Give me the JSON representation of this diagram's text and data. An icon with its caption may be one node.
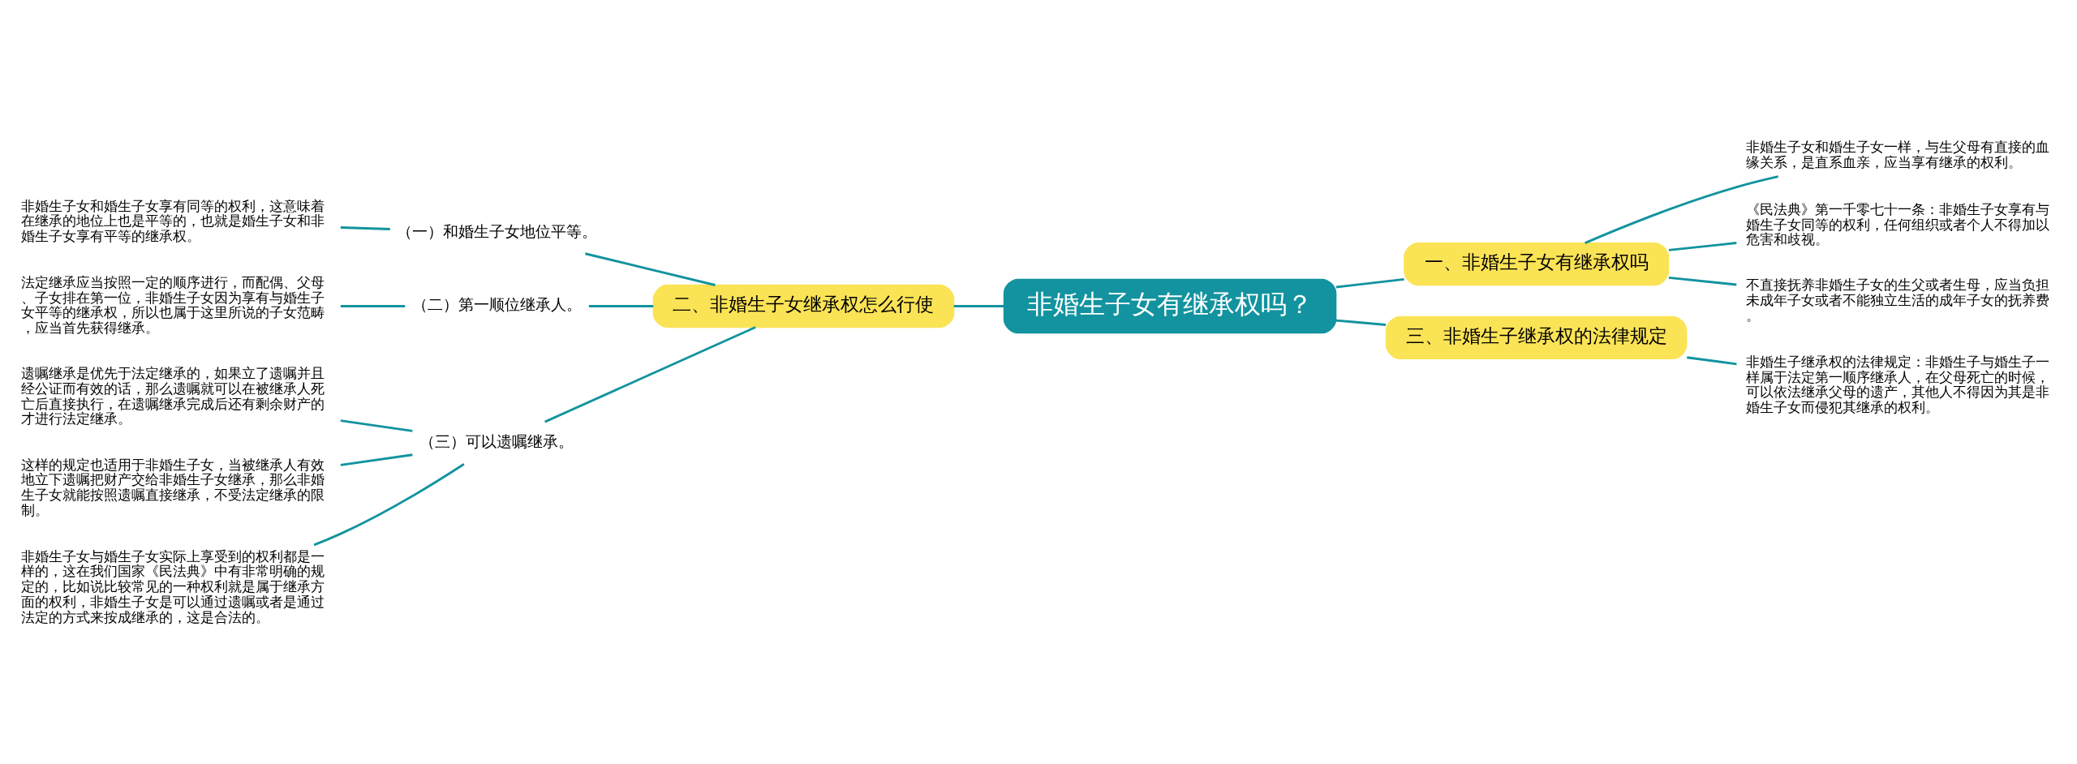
{
  "diagram": {
    "nodes": [
      {
        "text": [
          "非婚生子女有继承权吗？"
        ]
      },
      {
        "text": [
          "一、非婚生子女有继承权吗"
        ]
      },
      {
        "text": [
          "非婚生子女和婚生子女一样，与生父母有直接的血缘关系，是直系血亲，应当享有继承的权利。"
        ]
      },
      {
        "text": [
          "《民法典》第一千零七十一条：非婚生子女享有与婚生子女同等的权利，任何组织或者个人不得加以危害和歧视。"
        ]
      },
      {
        "text": [
          "不直接抚养非婚生子女的生父或者生母，应当负担未成年子女或者不能独立生活的成年子女的抚养费。"
        ]
      },
      {
        "text": [
          "三、非婚生子继承权的法律规定"
        ]
      },
      {
        "text": [
          "非婚生子继承权的法律规定：非婚生子与婚生子一样属于法定第一顺序继承人，在父母死亡的时候，可以依法继承父母的遗产，其他人不得因为其是非婚生子女而侵犯其继承的权利。"
        ]
      },
      {
        "text": [
          "二、非婚生子女继承权怎么行使"
        ]
      },
      {
        "text": [
          "（一）和婚生子女地位平等。"
        ]
      },
      {
        "text": [
          "非婚生子女和婚生子女享有同等的权利，这意味着在继承的地位上也是平等的，也就是婚生子女和非婚生子女享有平等的继承权。"
        ]
      },
      {
        "text": [
          "（二）第一顺位继承人。"
        ]
      },
      {
        "text": [
          "法定继承应当按照一定的顺序进行，而配偶、父母、子女排在第一位，非婚生子女因为享有与婚生子女平等的继承权，所以也属于这里所说的子女范畴，应当首先获得继承。"
        ]
      },
      {
        "text": [
          "（三）可以遗嘱继承。"
        ]
      },
      {
        "text": [
          "遗嘱继承是优先于法定继承的，如果立了遗嘱并且经公证而有效的话，那么遗嘱就可以在被继承人死亡后直接执行，在遗嘱继承完成后还有剩余财产的才进行法定继承。"
        ]
      },
      {
        "text": [
          "这样的规定也适用于非婚生子女，当被继承人有效地立下遗嘱把财产交给非婚生子女继承，那么非婚生子女就能按照遗嘱直接继承，不受法定继承的限制。"
        ]
      },
      {
        "text": [
          "非婚生子女与婚生子女实际上享受到的权利都是一样的，这在我们国家《民法典》中有非常明确的规定的，比如说比较常见的一种权利就是属于继承方面的权利，非婚生子女是可以通过遗嘱或者是通过法定的方式来按成继承的，这是合法的。"
        ]
      }
    ],
    "edges": [
      {
        "from": 0,
        "to": 1,
        "arrow": "none"
      },
      {
        "from": 1,
        "to": 2,
        "arrow": "none"
      },
      {
        "from": 1,
        "to": 3,
        "arrow": "none"
      },
      {
        "from": 1,
        "to": 4,
        "arrow": "none"
      },
      {
        "from": 0,
        "to": 5,
        "arrow": "none"
      },
      {
        "from": 5,
        "to": 6,
        "arrow": "none"
      },
      {
        "from": 0,
        "to": 7,
        "arrow": "none"
      },
      {
        "from": 7,
        "to": 8,
        "arrow": "none"
      },
      {
        "from": 8,
        "to": 9,
        "arrow": "none"
      },
      {
        "from": 7,
        "to": 10,
        "arrow": "none"
      },
      {
        "from": 10,
        "to": 11,
        "arrow": "none"
      },
      {
        "from": 7,
        "to": 12,
        "arrow": "none"
      },
      {
        "from": 12,
        "to": 13,
        "arrow": "none"
      },
      {
        "from": 12,
        "to": 14,
        "arrow": "none"
      },
      {
        "from": 12,
        "to": 15,
        "arrow": "none"
      }
    ]
  }
}
